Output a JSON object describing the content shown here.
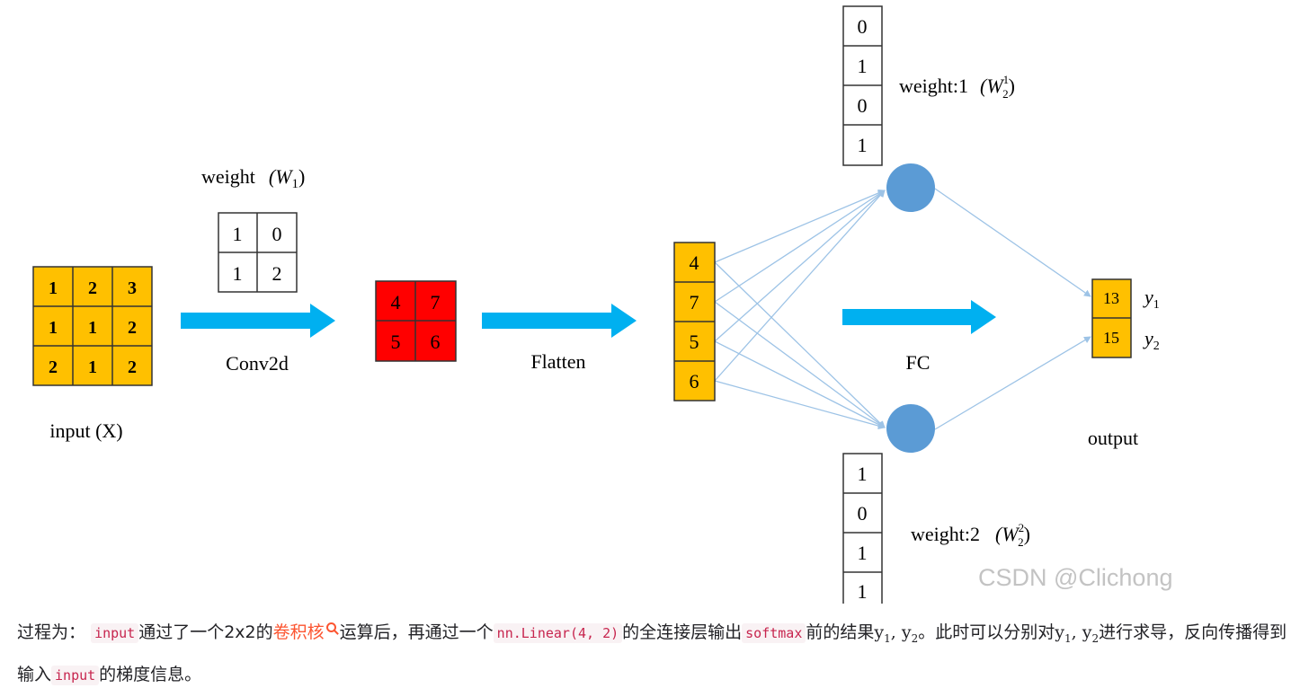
{
  "figure": {
    "input_grid": [
      [
        "1",
        "2",
        "3"
      ],
      [
        "1",
        "1",
        "2"
      ],
      [
        "2",
        "1",
        "2"
      ]
    ],
    "input_label": "input (X)",
    "kernel_label": "weight",
    "kernel_math": "(W",
    "kernel_math_sub": "1",
    "kernel_math_close": ")",
    "kernel_grid": [
      [
        "1",
        "0"
      ],
      [
        "1",
        "2"
      ]
    ],
    "conv_label": "Conv2d",
    "feature_grid": [
      [
        "4",
        "7"
      ],
      [
        "5",
        "6"
      ]
    ],
    "flatten_label": "Flatten",
    "flat_values": [
      "4",
      "7",
      "5",
      "6"
    ],
    "weight1_values": [
      "0",
      "1",
      "0",
      "1"
    ],
    "weight1_label": "weight:1",
    "weight1_math": "(W",
    "weight1_math_sup": "1",
    "weight1_math_sub": "2",
    "weight1_math_close": ")",
    "weight2_values": [
      "1",
      "0",
      "1",
      "1"
    ],
    "weight2_label": "weight:2",
    "weight2_math": "(W",
    "weight2_math_sup": "2",
    "weight2_math_sub": "2",
    "weight2_math_close": ")",
    "fc_label": "FC",
    "output_values": [
      "13",
      "15"
    ],
    "output_names": [
      {
        "base": "y",
        "sub": "1"
      },
      {
        "base": "y",
        "sub": "2"
      }
    ],
    "output_label": "output",
    "watermark": "CSDN @Clichong",
    "colors": {
      "input": "#ffc000",
      "feature": "#ff0000",
      "arrow": "#00b0f0",
      "neuron": "#5b9bd5",
      "connection": "#9dc3e6"
    }
  },
  "caption": {
    "t1": "过程为：",
    "c1": "input",
    "t2": "通过了一个2x2的",
    "link": "卷积核",
    "t3": "运算后，再通过一个",
    "c2": "nn.Linear(4, 2)",
    "t4": "的全连接层输出",
    "c3": "softmax",
    "t5": "前的结果",
    "m1_base": "y",
    "m1_sub": "1",
    "m1_sep": ", ",
    "m1_base2": "y",
    "m1_sub2": "2",
    "t6": "。此时可以分别对",
    "m2_base": "y",
    "m2_sub": "1",
    "m2_sep": ", ",
    "m2_base2": "y",
    "m2_sub2": "2",
    "t7": "进行求导，反向传播得到输入",
    "c4": "input",
    "t8": "的梯度信息。"
  }
}
